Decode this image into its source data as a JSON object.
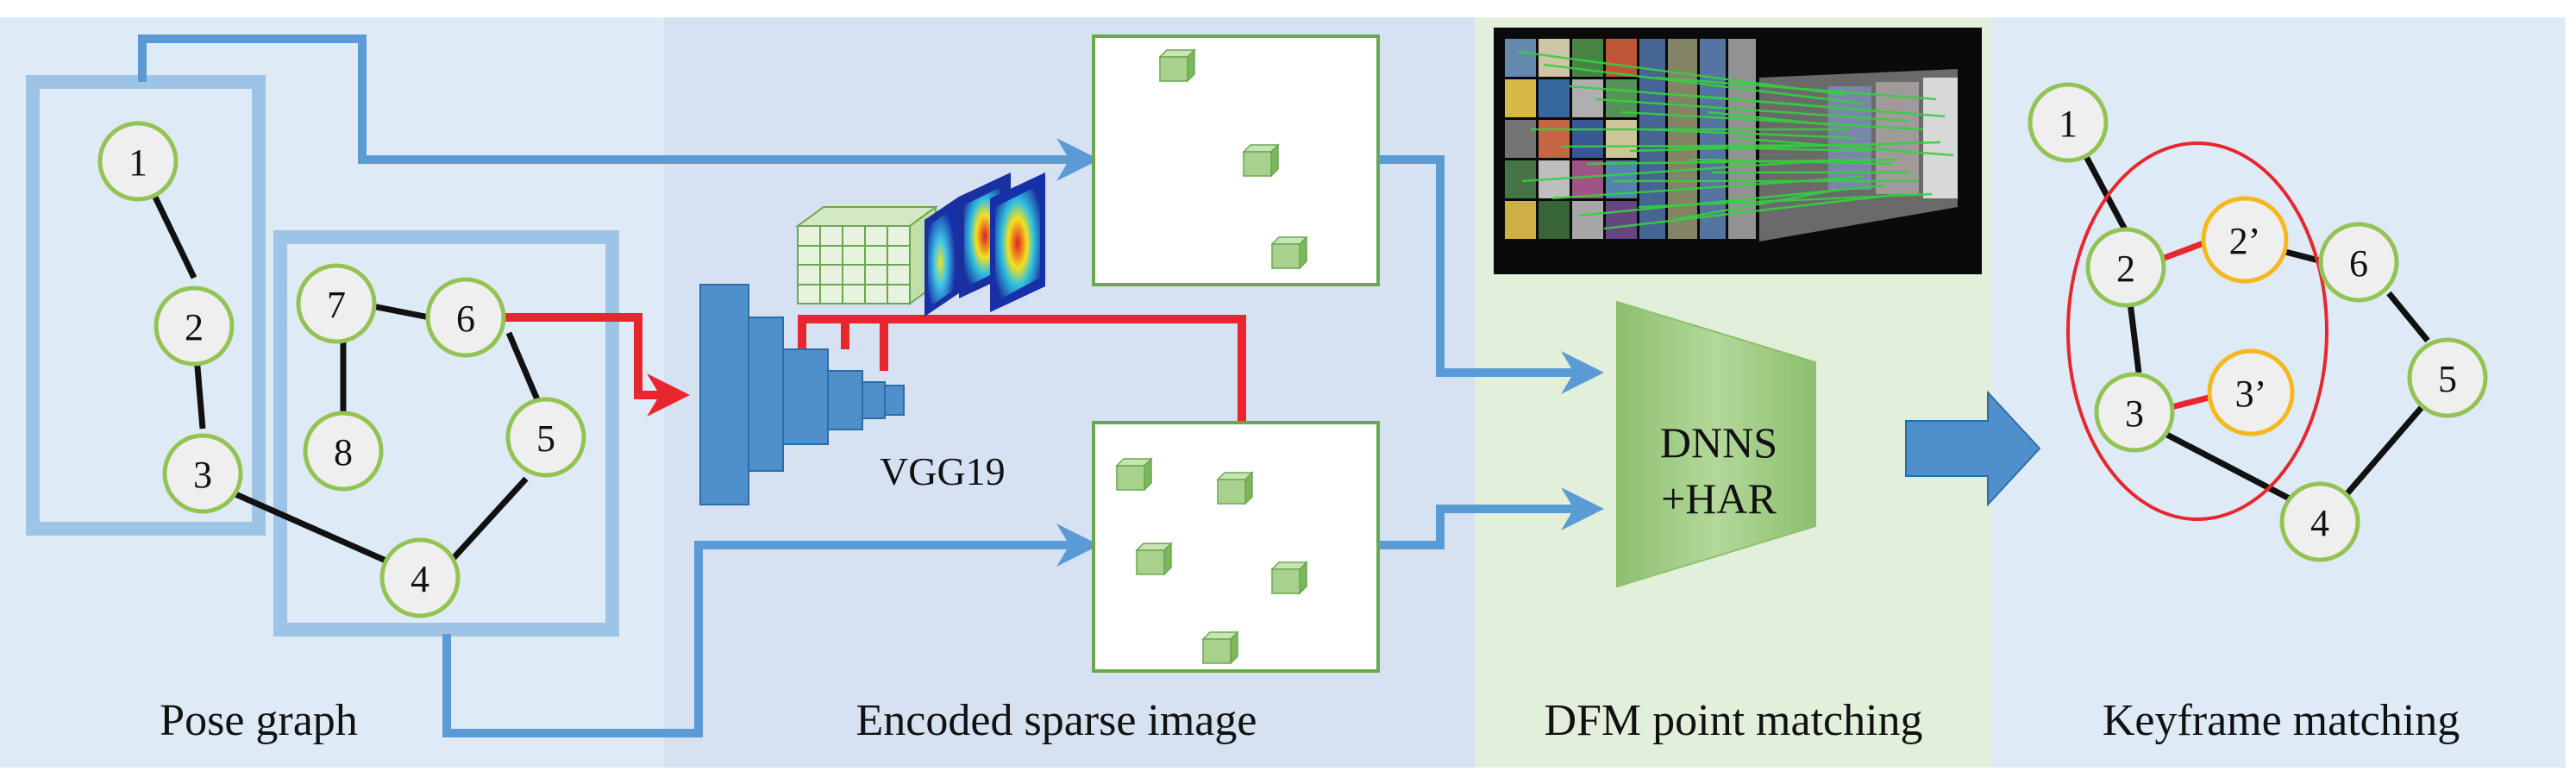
{
  "captions": {
    "pose_graph": "Pose graph",
    "encoded_sparse_image": "Encoded sparse image",
    "dfm_point_matching": "DFM point matching",
    "keyframe_matching": "Keyframe matching"
  },
  "network": {
    "vgg_label": "VGG19",
    "dnns_line1": "DNNS",
    "dnns_line2": "+HAR"
  },
  "pose_graph": {
    "nodes": [
      "1",
      "2",
      "3",
      "4",
      "5",
      "6",
      "7",
      "8"
    ]
  },
  "keyframe_graph": {
    "nodes": [
      "1",
      "2",
      "2’",
      "6",
      "3",
      "3’",
      "5",
      "4"
    ]
  },
  "colors": {
    "panel_blue_light": "#deebf7",
    "panel_blue_mid": "#d6e1f1",
    "panel_green": "#e2efda",
    "node_stroke": "#92c353",
    "node_fill": "#efefef",
    "matched_stroke": "#f6b81c",
    "arrow_blue": "#5b9bd5",
    "arrow_red": "#e8262d",
    "frame_blue": "#9dc3e6",
    "vgg_blue": "#4f8fcb",
    "dnns_green": "#a9d18e"
  }
}
